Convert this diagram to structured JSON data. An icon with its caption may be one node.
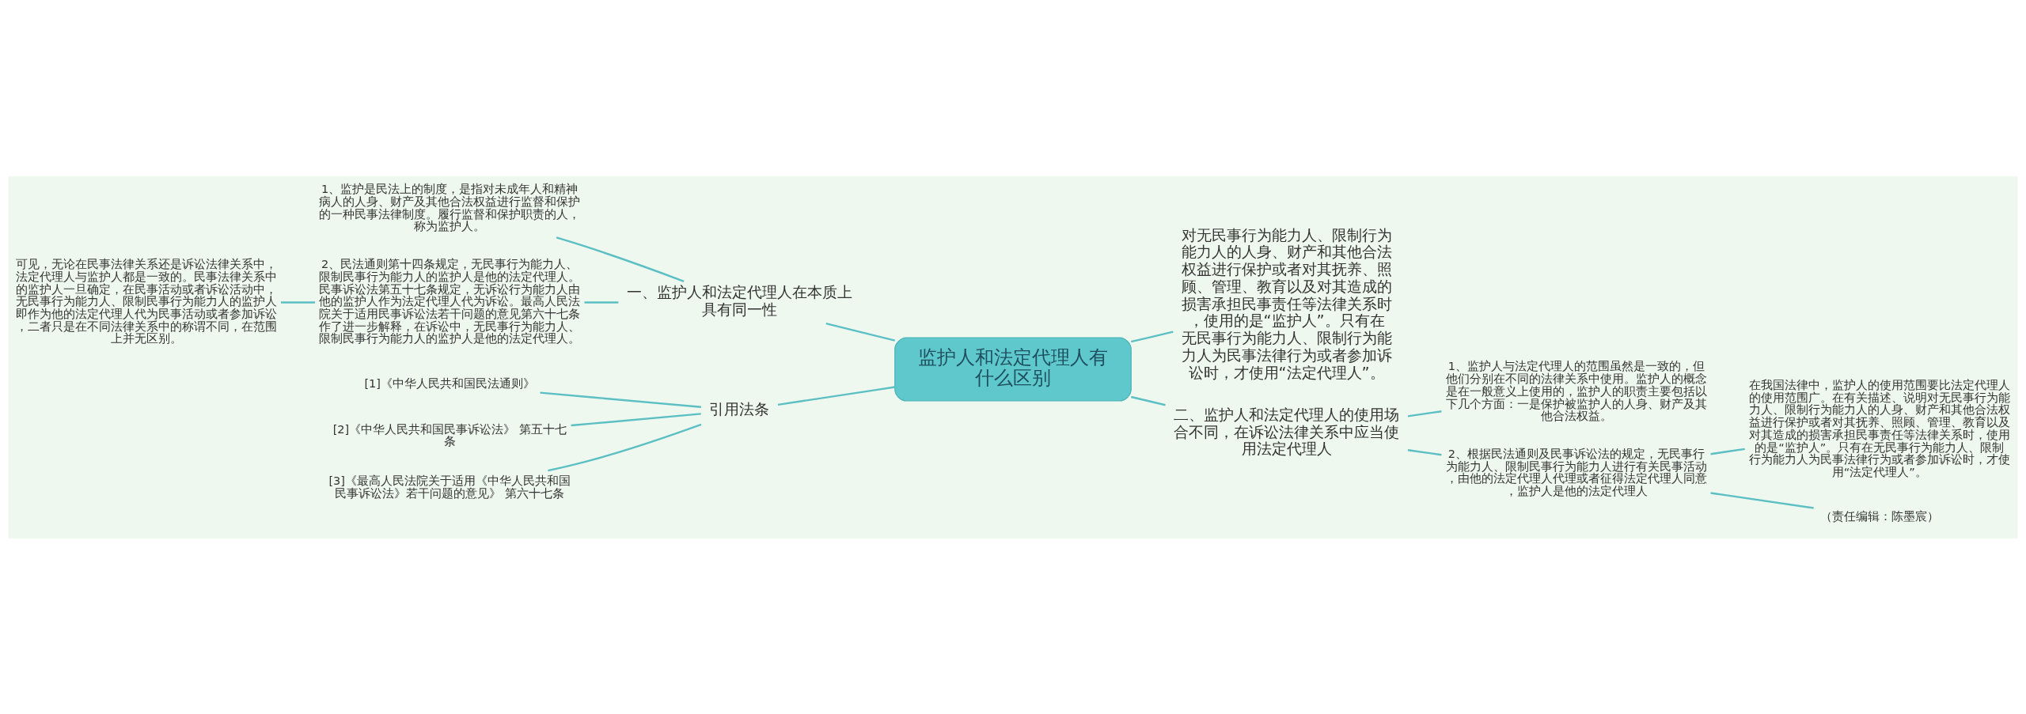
{
  "diagram": {
    "nodes": [
      {
        "text": [
          "监护人和法定代理人有什么区别"
        ]
      },
      {
        "text": [
          "一、监护人和法定代理人在本质上具有同一性"
        ]
      },
      {
        "text": [
          "1、监护是民法上的制度，是指对未成年人和精神病人的人身、财产及其他合法权益进行监督和保护的一种民事法律制度。履行监督和保护职责的人，称为监护人。"
        ]
      },
      {
        "text": [
          "2、民法通则第十四条规定，无民事行为能力人、限制民事行为能力人的监护人是他的法定代理人。民事诉讼法第五十七条规定，无诉讼行为能力人由他的监护人作为法定代理人代为诉讼。最高人民法院关于适用民事诉讼法若干问题的意见第六十七条作了进一步解释，在诉讼中，无民事行为能力人、限制民事行为能力人的监护人是他的法定代理人。"
        ]
      },
      {
        "text": [
          "可见，无论在民事法律关系还是诉讼法律关系中，法定代理人与监护人都是一致的。民事法律关系中的监护人一旦确定，在民事活动或者诉讼活动中，无民事行为能力人、限制民事行为能力人的监护人即作为他的法定代理人代为民事活动或者参加诉讼，二者只是在不同法律关系中的称谓不同，在范围上并无区别。"
        ]
      },
      {
        "text": [
          "引用法条"
        ]
      },
      {
        "text": [
          "[1]《中华人民共和国民法通则》"
        ]
      },
      {
        "text": [
          "[2]《中华人民共和国民事诉讼法》 第五十七条"
        ]
      },
      {
        "text": [
          "[3]《最高人民法院关于适用《中华人民共和国民事诉讼法》若干问题的意见》 第六十七条"
        ]
      },
      {
        "text": [
          "对无民事行为能力人、限制行为能力人的人身、财产和其他合法权益进行保护或者对其抚养、照顾、管理、教育以及对其造成的损害承担民事责任等法律关系时，使用的是“监护人”。只有在无民事行为能力人、限制行为能力人为民事法律行为或者参加诉讼时，才使用“法定代理人”。"
        ]
      },
      {
        "text": [
          "二、监护人和法定代理人的使用场合不同，在诉讼法律关系中应当使用法定代理人"
        ]
      },
      {
        "text": [
          "1、监护人与法定代理人的范围虽然是一致的，但他们分别在不同的法律关系中使用。监护人的概念是在一般意义上使用的，监护人的职责主要包括以下几个方面：一是保护被监护人的人身、财产及其他合法权益。"
        ]
      },
      {
        "text": [
          "2、根据民法通则及民事诉讼法的规定，无民事行为能力人、限制民事行为能力人进行有关民事活动，由他的法定代理人代理或者征得法定代理人同意，监护人是他的法定代理人"
        ]
      },
      {
        "text": [
          "在我国法律中，监护人的使用范围要比法定代理人的使用范围广。在有关描述、说明对无民事行为能力人、限制行为能力人的人身、财产和其他合法权益进行保护或者对其抚养、照顾、管理、教育以及对其造成的损害承担民事责任等法律关系时，使用的是“监护人”。只有在无民事行为能力人、限制行为能力人为民事法律行为或者参加诉讼时，才使用“法定代理人”。"
        ]
      },
      {
        "text": [
          "（责任编辑：陈墨宸）"
        ]
      }
    ],
    "edges": [
      {
        "from": 0,
        "to": 1,
        "arrow": "none"
      },
      {
        "from": 1,
        "to": 2,
        "arrow": "none"
      },
      {
        "from": 1,
        "to": 3,
        "arrow": "none"
      },
      {
        "from": 3,
        "to": 4,
        "arrow": "none"
      },
      {
        "from": 0,
        "to": 5,
        "arrow": "none"
      },
      {
        "from": 5,
        "to": 6,
        "arrow": "none"
      },
      {
        "from": 5,
        "to": 7,
        "arrow": "none"
      },
      {
        "from": 5,
        "to": 8,
        "arrow": "none"
      },
      {
        "from": 0,
        "to": 9,
        "arrow": "none"
      },
      {
        "from": 0,
        "to": 10,
        "arrow": "none"
      },
      {
        "from": 10,
        "to": 11,
        "arrow": "none"
      },
      {
        "from": 10,
        "to": 12,
        "arrow": "none"
      },
      {
        "from": 12,
        "to": 13,
        "arrow": "none"
      },
      {
        "from": 12,
        "to": 14,
        "arrow": "none"
      }
    ]
  }
}
